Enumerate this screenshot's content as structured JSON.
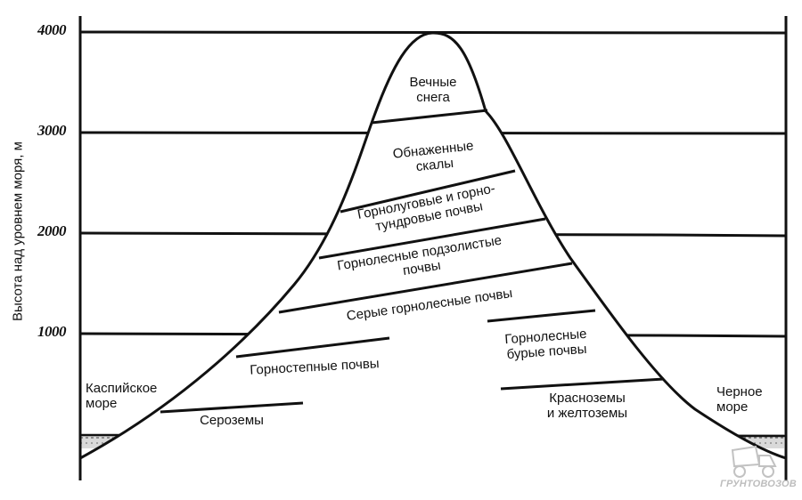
{
  "axis": {
    "ylabel": "Высота над уровнем моря, м",
    "ticks": [
      "4000",
      "3000",
      "2000",
      "1000"
    ]
  },
  "seas": {
    "left": [
      "Каспийское",
      "море"
    ],
    "right": [
      "Черное",
      "море"
    ]
  },
  "zones": {
    "snow": [
      "Вечные",
      "снега"
    ],
    "rocks": [
      "Обнаженные",
      "скалы"
    ],
    "meadow": [
      "Горнолуговые и горно-",
      "тундровые почвы"
    ],
    "podzol": [
      "Горнолесные подзолистые",
      "почвы"
    ],
    "grey": [
      "Серые горнолесные почвы"
    ],
    "steppe": [
      "Горностепные почвы"
    ],
    "serozem": [
      "Сероземы"
    ],
    "brown": [
      "Горнолесные",
      "бурые почвы"
    ],
    "krasnozem": [
      "Красноземы",
      "и желтоземы"
    ]
  },
  "watermark": {
    "text": "ГРУНТОВОЗОВ",
    "icon": "dump-truck-icon"
  },
  "colors": {
    "ink": "#111111",
    "watermark": "#bdbdbd"
  }
}
